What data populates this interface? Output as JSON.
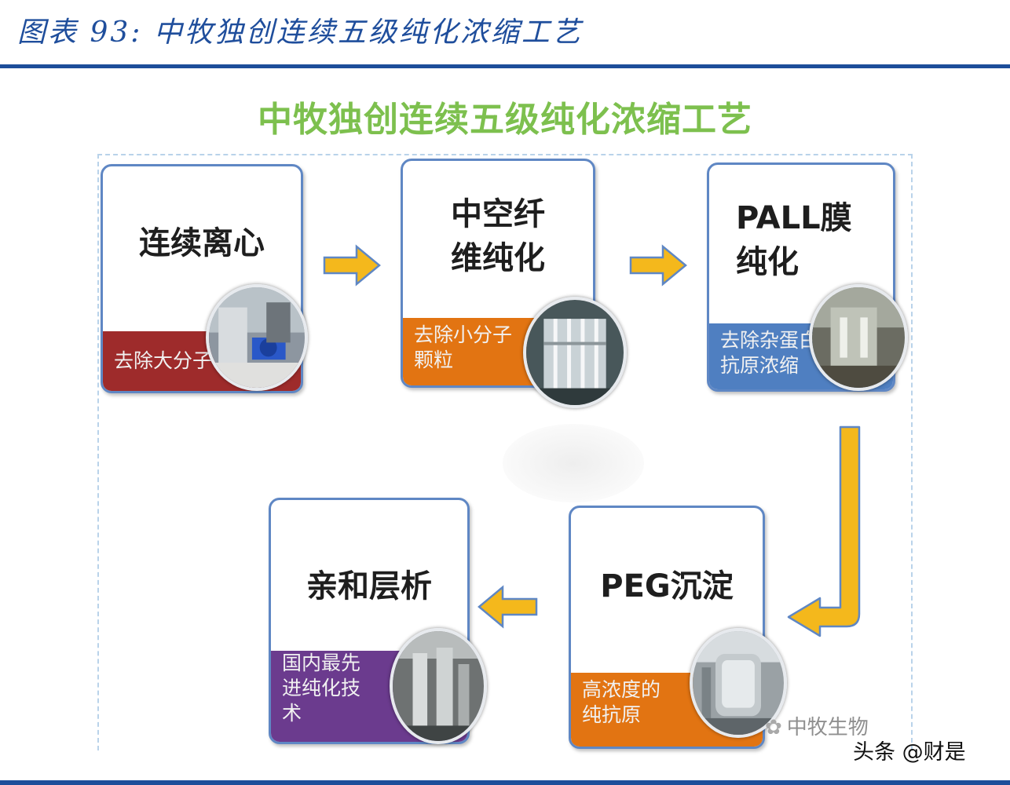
{
  "figure": {
    "title": "图表 93:  中牧独创连续五级纯化浓缩工艺"
  },
  "diagram": {
    "title": "中牧独创连续五级纯化浓缩工艺",
    "steps": [
      {
        "title": "连续离心",
        "note": "去除大分子",
        "note_color": "#9e2b2b"
      },
      {
        "title": "中空纤\n维纯化",
        "note": "去除小分子\n颗粒",
        "note_color": "#e27412"
      },
      {
        "title": "PALL膜\n纯化",
        "note": "去除杂蛋白\n抗原浓缩",
        "note_color": "#4f7fc1"
      },
      {
        "title": "PEG沉淀",
        "note": "高浓度的\n纯抗原",
        "note_color": "#e27412"
      },
      {
        "title": "亲和层析",
        "note": "国内最先\n进纯化技\n术",
        "note_color": "#6b3b8e"
      }
    ],
    "flow": [
      "连续离心",
      "中空纤维纯化",
      "PALL膜纯化",
      "PEG沉淀",
      "亲和层析"
    ],
    "arrow_color": "#f4b81c",
    "frame_color": "#b9d3ea",
    "title_color": "#7dc04e",
    "icons": [
      "process-photo",
      "arrow-right-icon",
      "arrow-down-left-icon",
      "arrow-left-icon"
    ]
  },
  "watermark": {
    "logo_text": "中牧生物",
    "source": "头条 @财是"
  }
}
